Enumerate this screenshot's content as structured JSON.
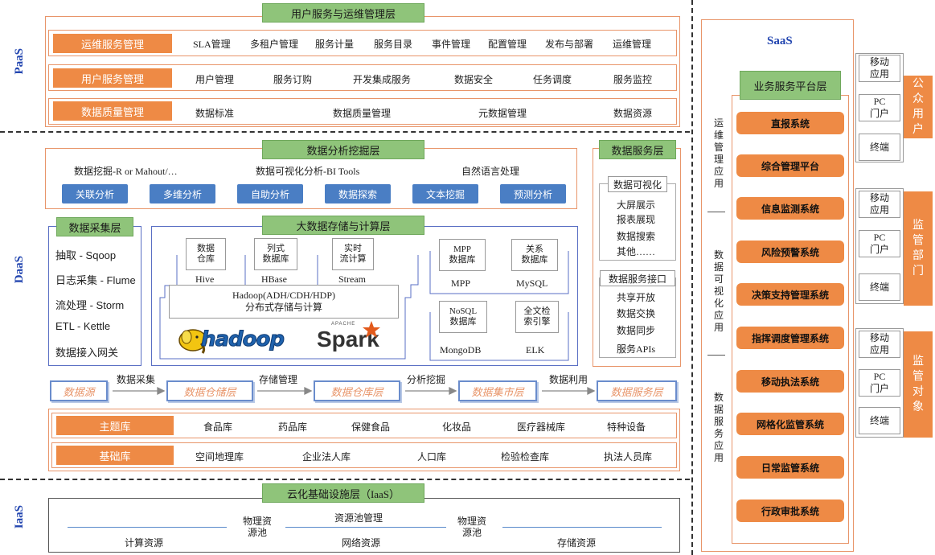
{
  "layers": {
    "paas": "PaaS",
    "daas": "DaaS",
    "iaas": "IaaS",
    "saas": "SaaS"
  },
  "paas": {
    "title": "用户服务与运维管理层",
    "rows": [
      {
        "label": "运维服务管理",
        "items": [
          "SLA管理",
          "多租户管理",
          "服务计量",
          "服务目录",
          "事件管理",
          "配置管理",
          "发布与部署",
          "运维管理"
        ]
      },
      {
        "label": "用户服务管理",
        "items": [
          "用户管理",
          "服务订购",
          "开发集成服务",
          "数据安全",
          "任务调度",
          "服务监控"
        ]
      },
      {
        "label": "数据质量管理",
        "items": [
          "数据标准",
          "数据质量管理",
          "元数据管理",
          "数据资源"
        ]
      }
    ]
  },
  "analysis": {
    "title": "数据分析挖掘层",
    "tools": [
      "数据挖掘-R or Mahout/…",
      "数据可视化分析-BI Tools",
      "自然语言处理"
    ],
    "buttons": [
      "关联分析",
      "多维分析",
      "自助分析",
      "数据探索",
      "文本挖掘",
      "预测分析"
    ]
  },
  "data_service": {
    "title": "数据服务层",
    "viz_title": "数据可视化",
    "viz_items": [
      "大屏展示",
      "报表展现",
      "数据搜索",
      "其他……"
    ],
    "api_title": "数据服务接口",
    "api_items": [
      "共享开放",
      "数据交换",
      "数据同步",
      "服务APIs"
    ]
  },
  "collect": {
    "title": "数据采集层",
    "items": [
      "抽取 - Sqoop",
      "日志采集 - Flume",
      "流处理 - Storm",
      "ETL - Kettle",
      "数据接入网关"
    ]
  },
  "storage": {
    "title": "大数据存储与计算层",
    "components": [
      {
        "name": "数据\n仓库",
        "tech": "Hive"
      },
      {
        "name": "列式\n数据库",
        "tech": "HBase"
      },
      {
        "name": "实时\n流计算",
        "tech": "Stream"
      }
    ],
    "hadoop_line1": "Hadoop(ADH/CDH/HDP)",
    "hadoop_line2": "分布式存储与计算",
    "logo_hadoop": "hadoop",
    "logo_spark_small": "APACHE",
    "logo_spark": "Spark",
    "dbs": [
      {
        "name": "MPP\n数据库",
        "tech": "MPP"
      },
      {
        "name": "关系\n数据库",
        "tech": "MySQL"
      },
      {
        "name": "NoSQL\n数据库",
        "tech": "MongoDB"
      },
      {
        "name": "全文检\n索引擎",
        "tech": "ELK"
      }
    ]
  },
  "flow": {
    "nodes": [
      "数据源",
      "数据仓储层",
      "数据仓库层",
      "数据集市层",
      "数据服务层"
    ],
    "edges": [
      "数据采集",
      "存储管理",
      "分析挖掘",
      "数据利用"
    ]
  },
  "libs": [
    {
      "label": "主题库",
      "items": [
        "食品库",
        "药品库",
        "保健食品",
        "化妆品",
        "医疗器械库",
        "特种设备"
      ]
    },
    {
      "label": "基础库",
      "items": [
        "空间地理库",
        "企业法人库",
        "人口库",
        "检验检查库",
        "执法人员库"
      ]
    }
  ],
  "iaas": {
    "title": "云化基础设施层（IaaS）",
    "pool_label1": "物理资\n源池",
    "pool_center": "资源池管理",
    "pool_label2": "物理资\n源池",
    "resources": [
      "计算资源",
      "网络资源",
      "存储资源"
    ]
  },
  "saas": {
    "platform": "业务服务平台层",
    "side_groups": [
      "运维管理应用",
      "数据可视化应用",
      "数据服务应用"
    ],
    "systems": [
      "直报系统",
      "综合管理平台",
      "信息监测系统",
      "风险预警系统",
      "决策支持管理系统",
      "指挥调度管理系统",
      "移动执法系统",
      "网格化监管系统",
      "日常监管系统",
      "行政审批系统"
    ],
    "clients": [
      {
        "group": "公众用户",
        "items": [
          "移动\n应用",
          "PC\n门户",
          "终端"
        ]
      },
      {
        "group": "监管部门",
        "items": [
          "移动\n应用",
          "PC\n门户",
          "终端"
        ]
      },
      {
        "group": "监管对象",
        "items": [
          "移动\n应用",
          "PC\n门户",
          "终端"
        ]
      }
    ]
  }
}
